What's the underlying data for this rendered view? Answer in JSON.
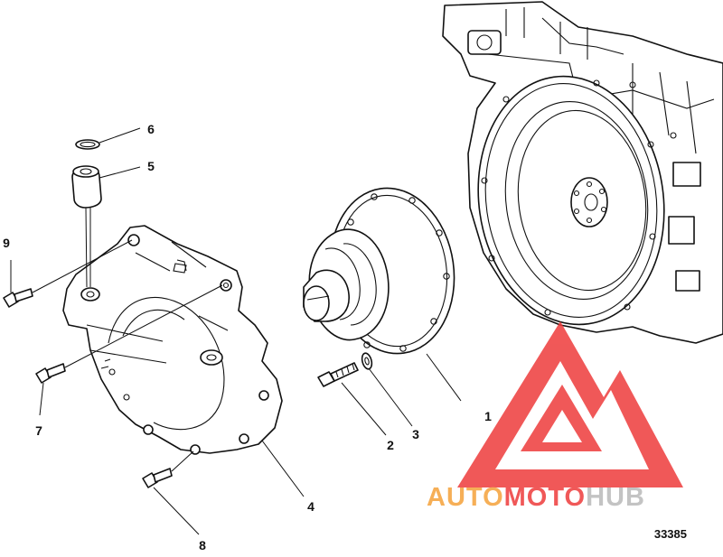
{
  "callouts": [
    {
      "id": "1",
      "label": "1"
    },
    {
      "id": "2",
      "label": "2"
    },
    {
      "id": "3",
      "label": "3"
    },
    {
      "id": "4",
      "label": "4"
    },
    {
      "id": "5",
      "label": "5"
    },
    {
      "id": "6",
      "label": "6"
    },
    {
      "id": "7",
      "label": "7"
    },
    {
      "id": "8",
      "label": "8"
    },
    {
      "id": "9",
      "label": "9"
    }
  ],
  "figure_number": "33385",
  "watermark": {
    "text_part1": "AUTO",
    "text_part2": "MOTO",
    "text_part3": "HUB",
    "color_orange": "#f5a23a",
    "color_red": "#ee3b3b",
    "color_gray": "#b9b9b9"
  }
}
